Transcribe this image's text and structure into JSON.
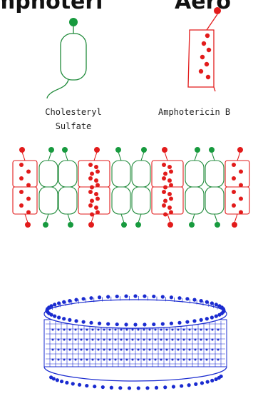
{
  "heading": {
    "left_fragment": "mphoteri",
    "right_fragment": "Aero"
  },
  "molecules": [
    {
      "line1": "Cholesteryl",
      "line2": "Sulfate",
      "color": "#1f8a3a"
    },
    {
      "line1": "Amphotericin B",
      "line2": "",
      "color": "#e21b1b"
    }
  ],
  "colors": {
    "green": "#1f8a3a",
    "green_head": "#179a3e",
    "red": "#e21b1b",
    "blue": "#1a2bd0"
  }
}
